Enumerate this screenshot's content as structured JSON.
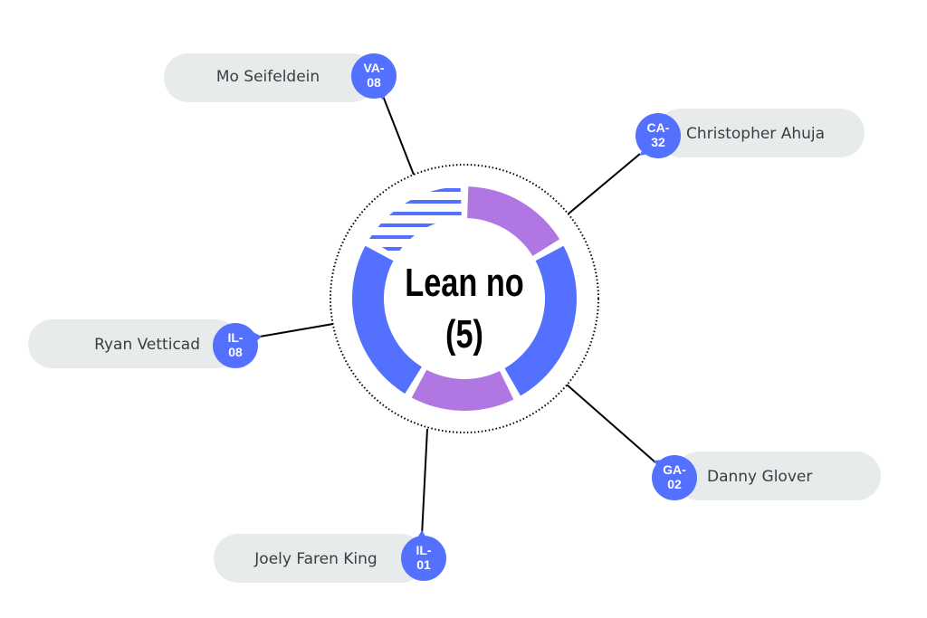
{
  "center": {
    "line1": "Lean no",
    "line2": "(5)"
  },
  "colors": {
    "blue": "#5470ff",
    "purple": "#b077e3",
    "pill": "#e8ebec",
    "text": "#3b3d3f"
  },
  "segments": [
    {
      "color": "purple",
      "style": "solid"
    },
    {
      "color": "blue",
      "style": "solid"
    },
    {
      "color": "purple",
      "style": "solid"
    },
    {
      "color": "blue",
      "style": "solid"
    },
    {
      "color": "blue",
      "style": "hatched"
    }
  ],
  "members": [
    {
      "name": "Mo Seifeldein",
      "district_top": "VA-",
      "district_bottom": "08"
    },
    {
      "name": "Christopher Ahuja",
      "district_top": "CA-",
      "district_bottom": "32"
    },
    {
      "name": "Ryan Vetticad",
      "district_top": "IL-",
      "district_bottom": "08"
    },
    {
      "name": "Danny Glover",
      "district_top": "GA-",
      "district_bottom": "02"
    },
    {
      "name": "Joely Faren King",
      "district_top": "IL-",
      "district_bottom": "01"
    }
  ]
}
